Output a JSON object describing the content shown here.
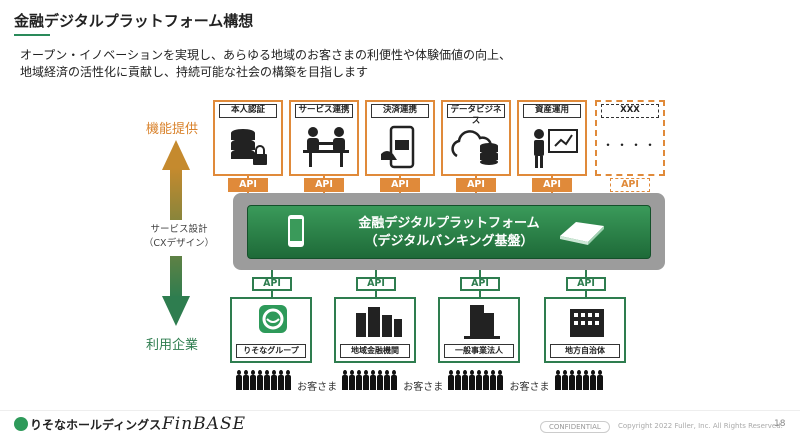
{
  "title": "金融デジタルプラットフォーム構想",
  "lead_line1": "オープン・イノベーションを実現し、あらゆる地域のお客さまの利便性や体験価値の向上、",
  "lead_line2": "地域経済の活性化に貢献し、持続可能な社会の構築を目指します",
  "labels": {
    "top": "機能提供",
    "bottom": "利用企業",
    "cx_line1": "サービス設計",
    "cx_line2": "（CXデザイン）"
  },
  "functions": [
    "本人認証",
    "サービス連携",
    "決済連携",
    "データビジネス",
    "資産運用",
    "XXX"
  ],
  "xxx_dots": "・・・・",
  "api_label": "API",
  "platform": {
    "line1": "金融デジタルプラットフォーム",
    "line2": "（デジタルバンキング基盤）"
  },
  "companies": [
    "りそなグループ",
    "地域金融機関",
    "一般事業法人",
    "地方自治体"
  ],
  "customer_label": "お客さま",
  "footer": {
    "logo_resona": "りそなホールディングス",
    "logo_finbase": "FinBASE",
    "confidential": "CONFIDENTIAL",
    "copyright": "Copyright 2022 Fuller, Inc. All Rights Reserved.",
    "page": "18"
  },
  "colors": {
    "orange": "#e08a3a",
    "green": "#2e7d4f",
    "gray": "#9c9c9c"
  }
}
